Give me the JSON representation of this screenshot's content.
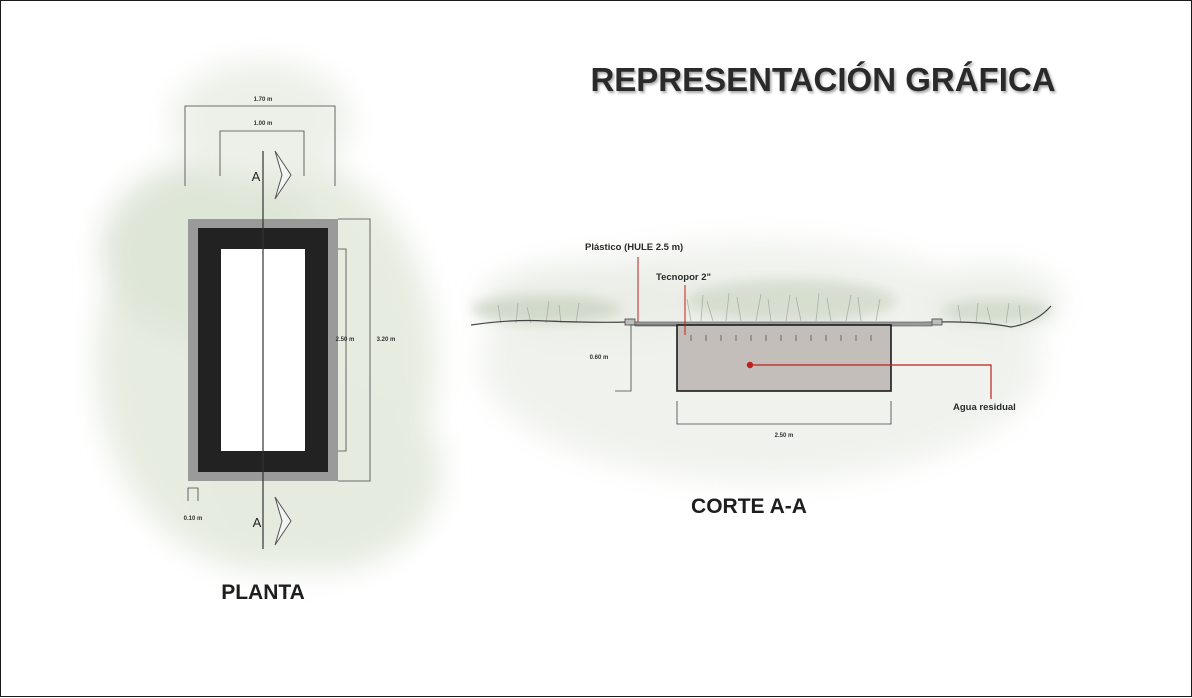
{
  "title": "REPRESENTACIÓN GRÁFICA",
  "planta": {
    "label": "PLANTA",
    "section_marker": "A",
    "dim_total_width": "1.70 m",
    "dim_inner_width": "1.00 m",
    "dim_inner_length": "2.50 m",
    "dim_total_length": "3.20 m",
    "dim_border": "0.10 m"
  },
  "corte": {
    "label": "CORTE A-A",
    "note_plastic": "Plástico (HULE  2.5 m)",
    "note_foam": "Tecnopor 2\"",
    "note_water": "Agua residual",
    "dim_depth": "0.60 m",
    "dim_width": "2.50 m"
  },
  "colors": {
    "frame_dark": "#222222",
    "frame_gray": "#9a9a9a",
    "water_fill": "#c4bebb",
    "leader_red": "#c0201d",
    "foliage": "#dde5d6"
  }
}
